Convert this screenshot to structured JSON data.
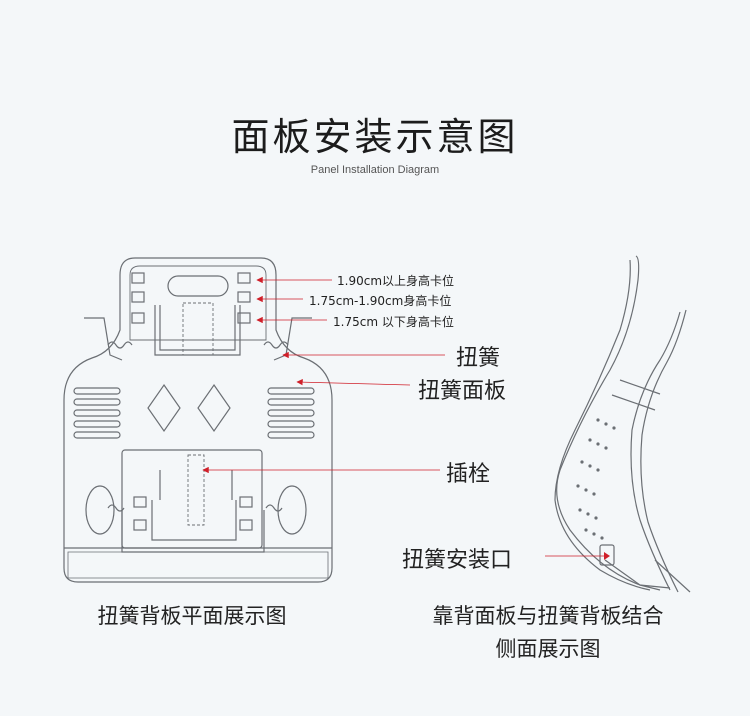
{
  "title": "面板安装示意图",
  "subtitle": "Panel Installation Diagram",
  "front_view": {
    "labels": {
      "pos_high": "1.90cm以上身高卡位",
      "pos_mid": "1.75cm-1.90cm身高卡位",
      "pos_low": "1.75cm 以下身高卡位",
      "spring": "扭簧",
      "spring_panel": "扭簧面板",
      "bolt": "插栓"
    },
    "caption": "扭簧背板平面展示图"
  },
  "side_view": {
    "labels": {
      "spring_mount": "扭簧安装口"
    },
    "caption_line1": "靠背面板与扭簧背板结合",
    "caption_line2": "侧面展示图"
  },
  "colors": {
    "line": "#6b6f74",
    "arrow": "#d0202a",
    "background": "#f4f7f9"
  }
}
